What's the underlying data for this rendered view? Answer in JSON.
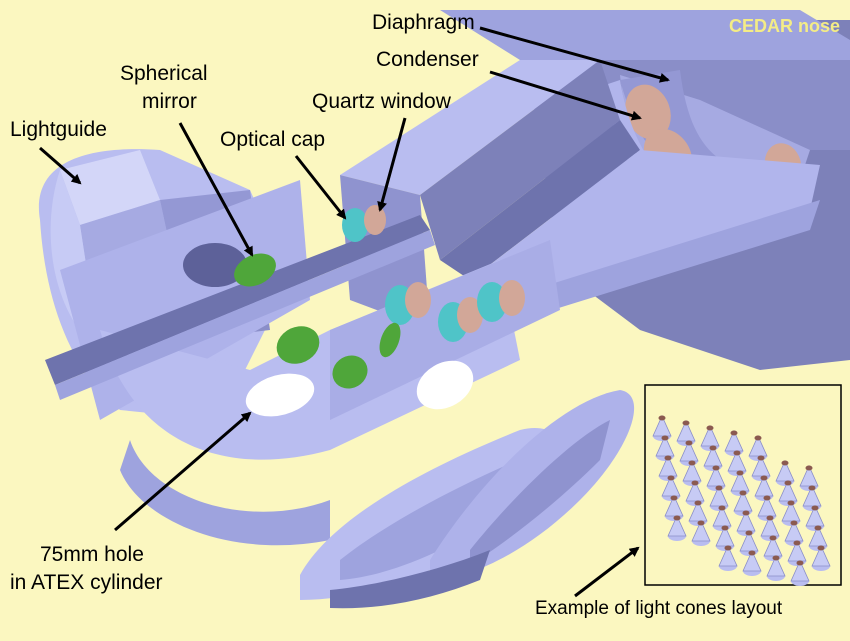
{
  "title": "CEDAR nose",
  "labels": {
    "diaphragm": "Diaphragm",
    "condenser": "Condenser",
    "spherical_mirror_1": "Spherical",
    "spherical_mirror_2": "mirror",
    "quartz_window": "Quartz window",
    "lightguide": "Lightguide",
    "optical_cap": "Optical cap",
    "hole_1": "75mm hole",
    "hole_2": "in ATEX cylinder"
  },
  "inset_caption": "Example of light cones layout",
  "colors": {
    "background": "#fbf7c0",
    "metal_light": "#b9bdf0",
    "metal_mid": "#9ea3de",
    "metal_dark": "#6e73ad",
    "mirror": "#4fa63a",
    "quartz": "#4fc4c8",
    "condenser": "#d2a798",
    "title": "#f4ec86"
  }
}
